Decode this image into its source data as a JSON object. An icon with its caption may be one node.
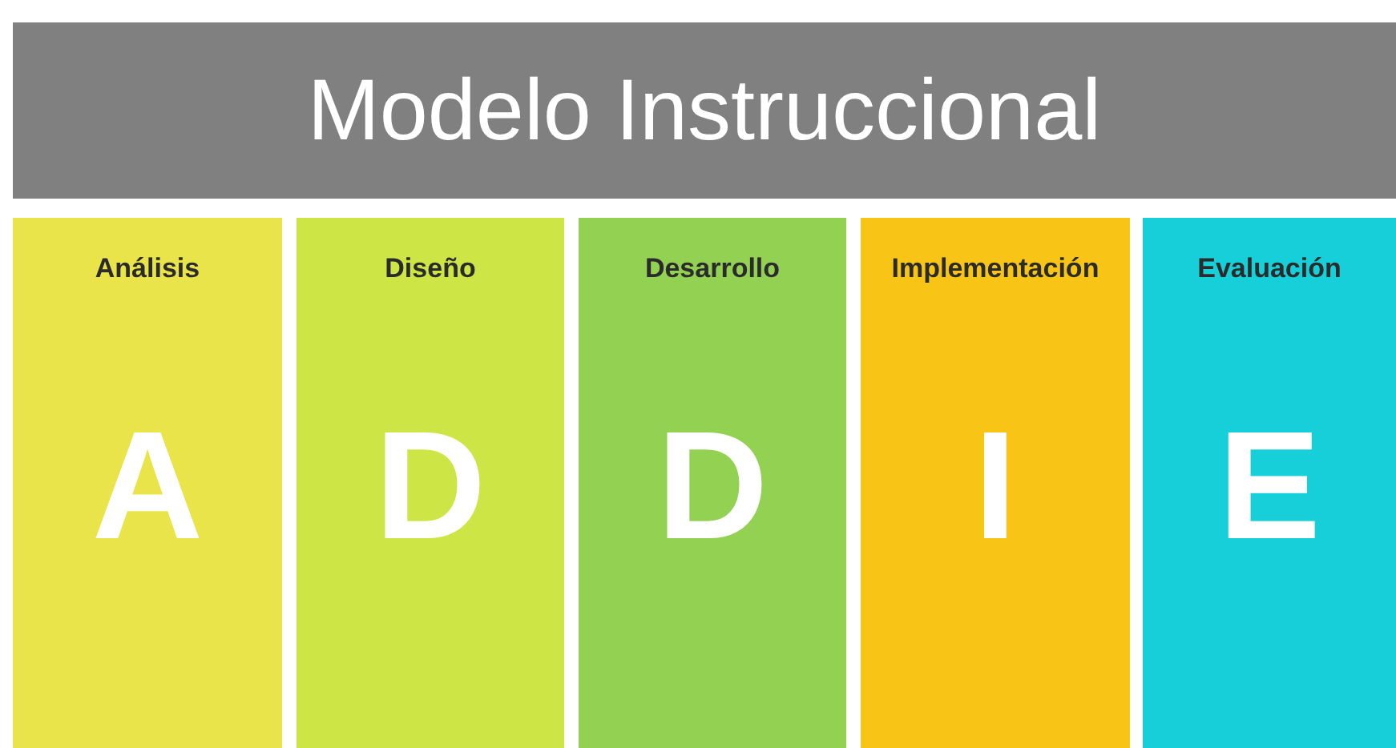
{
  "diagram": {
    "title": "Modelo Instruccional",
    "nodes": [
      {
        "text": [
          "Análisis",
          "A"
        ]
      },
      {
        "text": [
          "Diseño",
          "D"
        ]
      },
      {
        "text": [
          "Desarrollo",
          "D"
        ]
      },
      {
        "text": [
          "Implementación",
          "I"
        ]
      },
      {
        "text": [
          "Evaluación",
          "E"
        ]
      }
    ]
  }
}
